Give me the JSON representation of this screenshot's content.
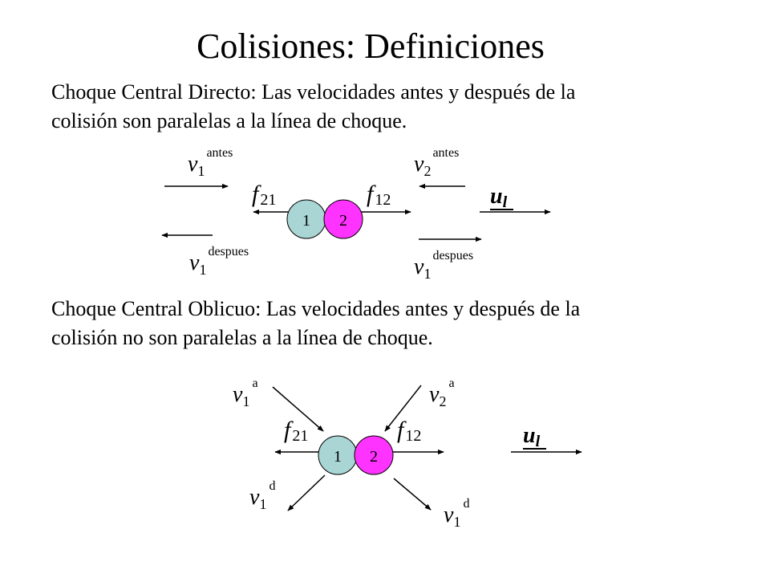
{
  "title": "Colisiones: Definiciones",
  "direct": {
    "line1": "Choque Central Directo: Las velocidades antes y después de la",
    "line2": "colisión son paralelas a la línea de choque.",
    "v1_before": {
      "sym": "v",
      "sub": "1",
      "sup": "antes"
    },
    "v2_before": {
      "sym": "v",
      "sub": "2",
      "sup": "antes"
    },
    "v1_after": {
      "sym": "v",
      "sub": "1",
      "sup": "despues"
    },
    "v2_after": {
      "sym": "v",
      "sub": "1",
      "sup": "despues"
    },
    "f21": {
      "sym": "f",
      "sub": "21"
    },
    "f12": {
      "sym": "f",
      "sub": "12"
    },
    "ul": {
      "sym": "u",
      "sub": "l"
    },
    "ball1": "1",
    "ball2": "2"
  },
  "oblique": {
    "line1": "Choque Central Oblicuo: Las velocidades antes y después de la",
    "line2": "colisión no son paralelas a la línea de choque.",
    "v1_before": {
      "sym": "v",
      "sub": "1",
      "sup": "a"
    },
    "v2_before": {
      "sym": "v",
      "sub": "2",
      "sup": "a"
    },
    "v1_after": {
      "sym": "v",
      "sub": "1",
      "sup": "d"
    },
    "v2_after": {
      "sym": "v",
      "sub": "1",
      "sup": "d"
    },
    "f21": {
      "sym": "f",
      "sub": "21"
    },
    "f12": {
      "sym": "f",
      "sub": "12"
    },
    "ul": {
      "sym": "u",
      "sub": "l"
    },
    "ball1": "1",
    "ball2": "2"
  },
  "colors": {
    "ball1": "#a9d6d4",
    "ball2": "#ff33ff"
  }
}
